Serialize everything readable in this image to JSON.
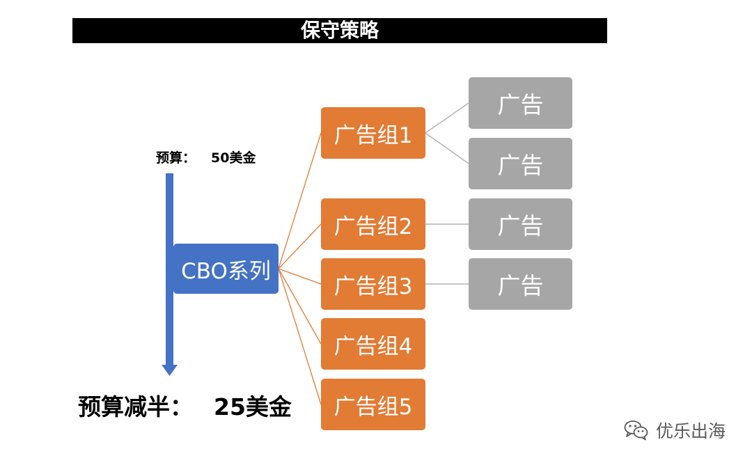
{
  "title": "保守策略",
  "budget_top": {
    "label": "预算：",
    "value": "50美金"
  },
  "budget_bottom": {
    "label": "预算减半：",
    "value": "25美金"
  },
  "campaign": {
    "label": "CBO系列"
  },
  "ad_groups": [
    {
      "label": "广告组1"
    },
    {
      "label": "广告组2"
    },
    {
      "label": "广告组3"
    },
    {
      "label": "广告组4"
    },
    {
      "label": "广告组5"
    }
  ],
  "ads": [
    {
      "label": "广告"
    },
    {
      "label": "广告"
    },
    {
      "label": "广告"
    },
    {
      "label": "广告"
    }
  ],
  "watermark": {
    "text": "优乐出海",
    "icon": "wechat-icon"
  },
  "colors": {
    "title_bg": "#000000",
    "campaign": "#4472c4",
    "ad_group": "#e27b34",
    "ad": "#a6a6a6",
    "arrow": "#4472c4",
    "line_orange": "#e27b34",
    "line_gray": "#b3b3b3"
  }
}
